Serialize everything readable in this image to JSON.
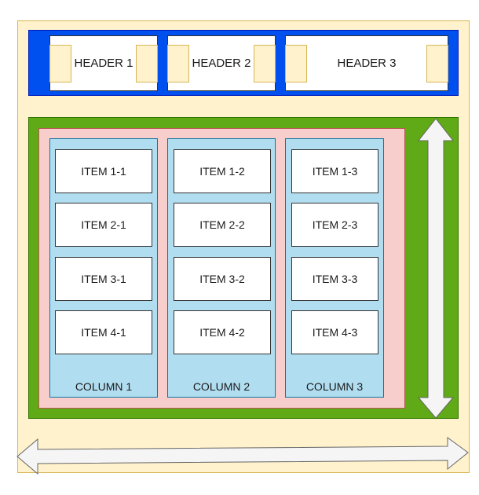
{
  "diagram": {
    "headers": [
      "HEADER 1",
      "HEADER 2",
      "HEADER 3"
    ],
    "columns": [
      {
        "label": "COLUMN 1",
        "items": [
          "ITEM 1-1",
          "ITEM 2-1",
          "ITEM 3-1",
          "ITEM 4-1"
        ]
      },
      {
        "label": "COLUMN 2",
        "items": [
          "ITEM 1-2",
          "ITEM 2-2",
          "ITEM 3-2",
          "ITEM 4-2"
        ]
      },
      {
        "label": "COLUMN 3",
        "items": [
          "ITEM 1-3",
          "ITEM 2-3",
          "ITEM 3-3",
          "ITEM 4-3"
        ]
      }
    ],
    "arrows": {
      "vertical": "double-arrow",
      "horizontal": "double-arrow"
    }
  },
  "colors": {
    "outer_fill": "#fff2cc",
    "header_bar": "#0050ef",
    "content_fill": "#60a917",
    "inner_fill": "#f8cecc",
    "column_fill": "#b1ddf0",
    "arrow_fill": "#f5f5f5"
  }
}
